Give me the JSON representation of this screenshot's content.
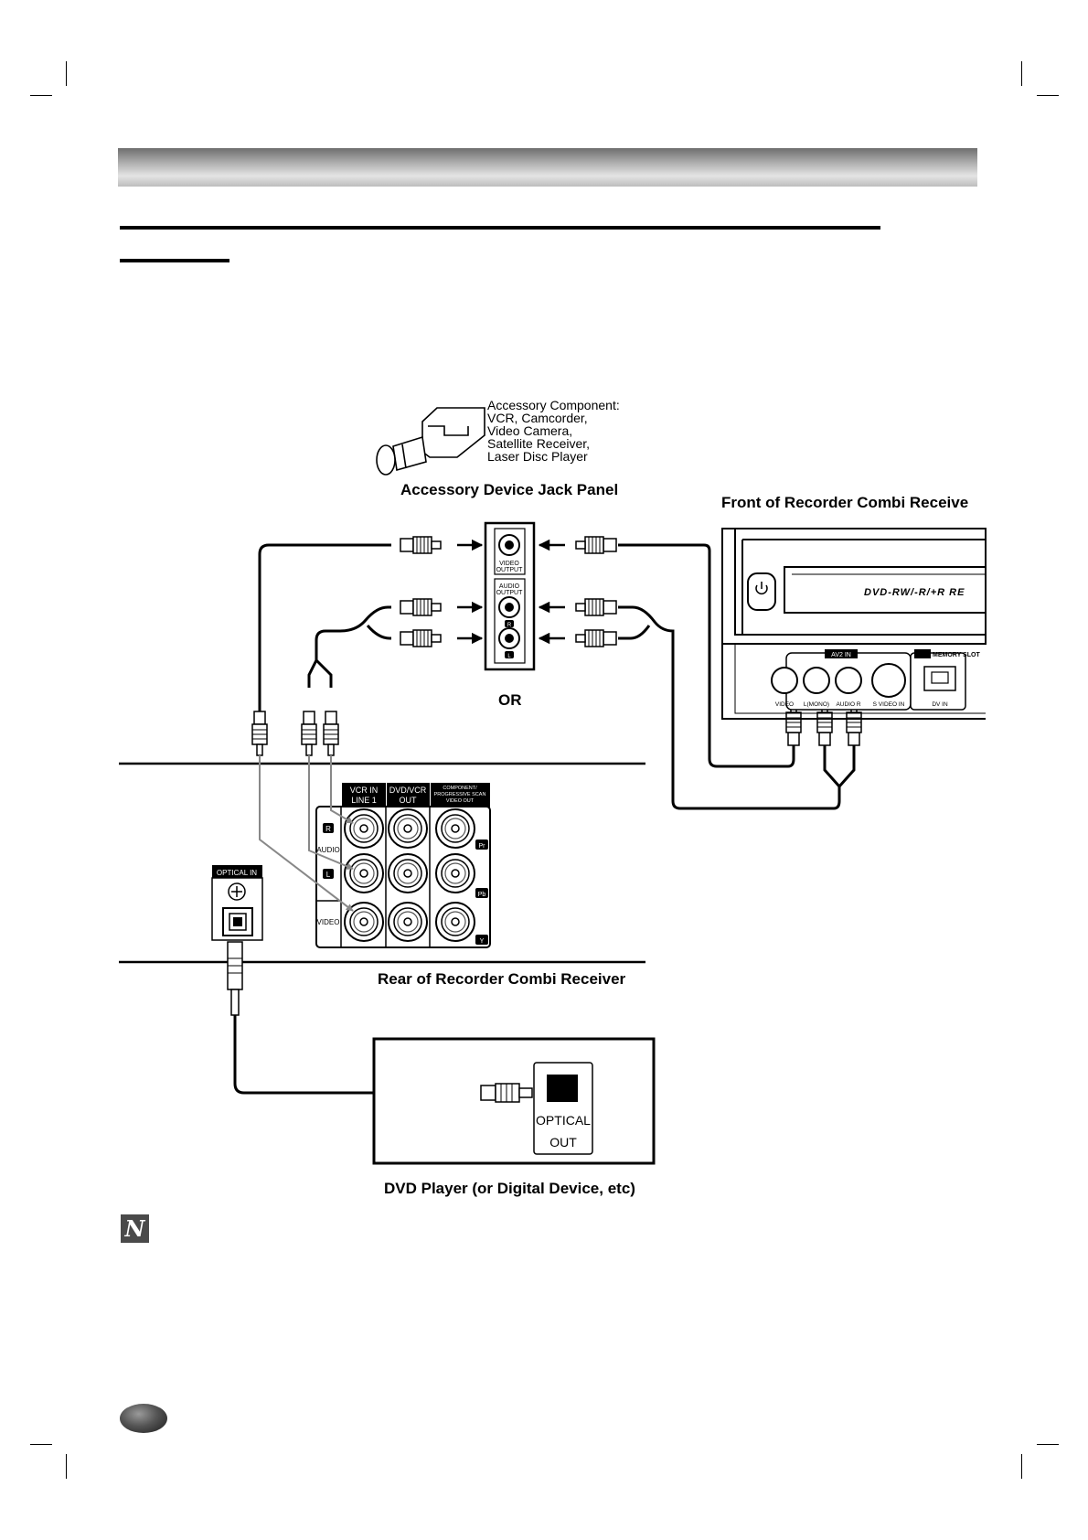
{
  "accessory": {
    "component_lines": [
      "Accessory Component:",
      "VCR, Camcorder,",
      "Video Camera,",
      "Satellite Receiver,",
      "Laser Disc Player"
    ],
    "panel_caption": "Accessory Device Jack Panel",
    "video_output": [
      "VIDEO",
      "OUTPUT"
    ],
    "audio_output": [
      "AUDIO",
      "OUTPUT"
    ],
    "jack_r": "R",
    "jack_l": "L"
  },
  "or_label": "OR",
  "front": {
    "caption": "Front of Recorder Combi Receive",
    "model_text": "DVD-RW/-R/+R RE",
    "av2_label": "AV2 IN",
    "memory_slot": "MEMORY SLOT",
    "jack_labels": [
      "VIDEO",
      "L(MONO)",
      "AUDIO R",
      "S VIDEO IN",
      "DV IN"
    ]
  },
  "rear": {
    "caption": "Rear of Recorder Combi Receiver",
    "col_vcr": [
      "VCR IN",
      "LINE 1"
    ],
    "col_dvd": [
      "DVD/VCR",
      "OUT"
    ],
    "col_comp": [
      "COMPONENT/",
      "PROGRESSIVE SCAN",
      "VIDEO OUT"
    ],
    "audio_label": "AUDIO",
    "video_label": "VIDEO",
    "r": "R",
    "l": "L",
    "pr": "Pr",
    "pb": "Pb",
    "y": "Y",
    "optical_in": "OPTICAL IN"
  },
  "dvd_player": {
    "optical": "OPTICAL",
    "out": "OUT",
    "caption": "DVD Player (or Digital Device, etc)"
  },
  "note_icon": "N",
  "icons": [
    "crop-mark",
    "note-icon",
    "page-tab",
    "accessory-device-icon",
    "power-button-icon",
    "hdmi-icon"
  ]
}
